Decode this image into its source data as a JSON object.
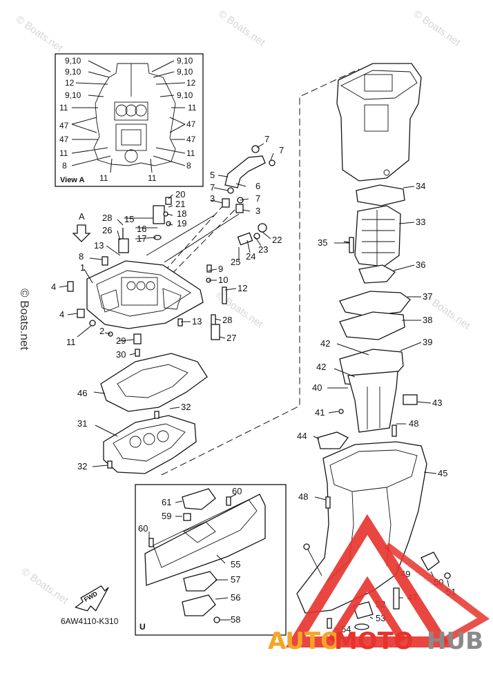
{
  "diagram": {
    "view_a_label": "View A",
    "view_u_label": "U",
    "arrow_a_label": "A",
    "fwd_label": "FWD",
    "part_code": "6AW4110-K310",
    "watermark_text": "© Boats.net",
    "side_watermark": "© Boats.net",
    "logo": {
      "part1": "AUTO",
      "part2": "MOTO",
      "part3": "HUB",
      "color_orange": "#f5a623",
      "color_red": "#e8322c",
      "color_gray": "#8a8a8a"
    },
    "view_a_callouts": {
      "left": [
        "9,10",
        "9,10",
        "12",
        "9,10",
        "11",
        "47",
        "47",
        "11",
        "8",
        "11"
      ],
      "right": [
        "9,10",
        "9,10",
        "12",
        "9,10",
        "11",
        "47",
        "47",
        "11",
        "8",
        "11"
      ]
    },
    "callouts": {
      "c1": "1",
      "c2": "2",
      "c3a": "3",
      "c3b": "3",
      "c4a": "4",
      "c4b": "4",
      "c5": "5",
      "c6": "6",
      "c7a": "7",
      "c7b": "7",
      "c7c": "7",
      "c7d": "7",
      "c8": "8",
      "c9": "9",
      "c10": "10",
      "c11": "11",
      "c12": "12",
      "c13a": "13",
      "c13b": "13",
      "c15": "15",
      "c16": "16",
      "c17": "17",
      "c18": "18",
      "c19": "19",
      "c20": "20",
      "c21": "21",
      "c22": "22",
      "c23": "23",
      "c24": "24",
      "c25": "25",
      "c26": "26",
      "c27": "27",
      "c28a": "28",
      "c28b": "28",
      "c29": "29",
      "c30": "30",
      "c31": "31",
      "c32a": "32",
      "c32b": "32",
      "c33": "33",
      "c34": "34",
      "c35": "35",
      "c36": "36",
      "c37": "37",
      "c38": "38",
      "c39": "39",
      "c40": "40",
      "c41": "41",
      "c42a": "42",
      "c42b": "42",
      "c43": "43",
      "c44": "44",
      "c45": "45",
      "c46": "46",
      "c47": "47",
      "c48a": "48",
      "c48b": "48",
      "c49": "49",
      "c50": "50",
      "c51": "51",
      "c52": "52",
      "c53": "53",
      "c54": "54",
      "c55": "55",
      "c56": "56",
      "c57": "57",
      "c58": "58",
      "c59": "59",
      "c60a": "60",
      "c60b": "60",
      "c61": "61"
    }
  }
}
